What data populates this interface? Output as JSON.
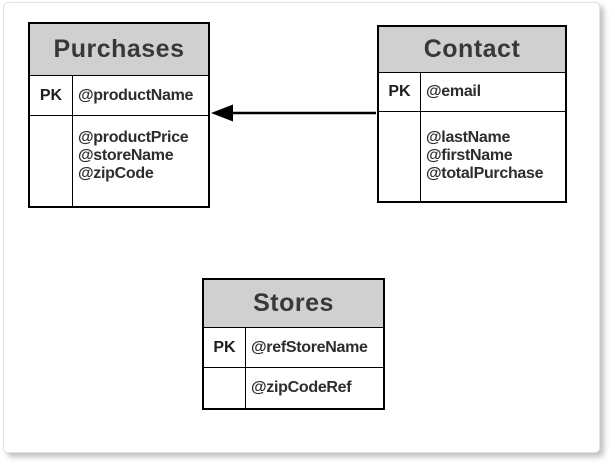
{
  "page": {
    "background_color": "#ffffff",
    "card_shadow_color": "#bfbfbf"
  },
  "diagram": {
    "header_background": "#d0d0d0",
    "border_color": "#000000",
    "text_color": "#2d2d2d",
    "tables": [
      {
        "id": "purchases",
        "title": "Purchases",
        "pk_label": "PK",
        "pk_attribute": "@productName",
        "attributes": [
          "@productPrice",
          "@storeName",
          "@zipCode"
        ]
      },
      {
        "id": "contact",
        "title": "Contact",
        "pk_label": "PK",
        "pk_attribute": "@email",
        "attributes": [
          "@lastName",
          "@firstName",
          "@totalPurchase"
        ]
      },
      {
        "id": "stores",
        "title": "Stores",
        "pk_label": "PK",
        "pk_attribute": "@refStoreName",
        "attributes": [
          "@zipCodeRef"
        ]
      }
    ],
    "relationships": [
      {
        "from": "Contact",
        "to": "Purchases",
        "style": "solid-line-filled-arrowhead",
        "direction": "left"
      }
    ]
  }
}
